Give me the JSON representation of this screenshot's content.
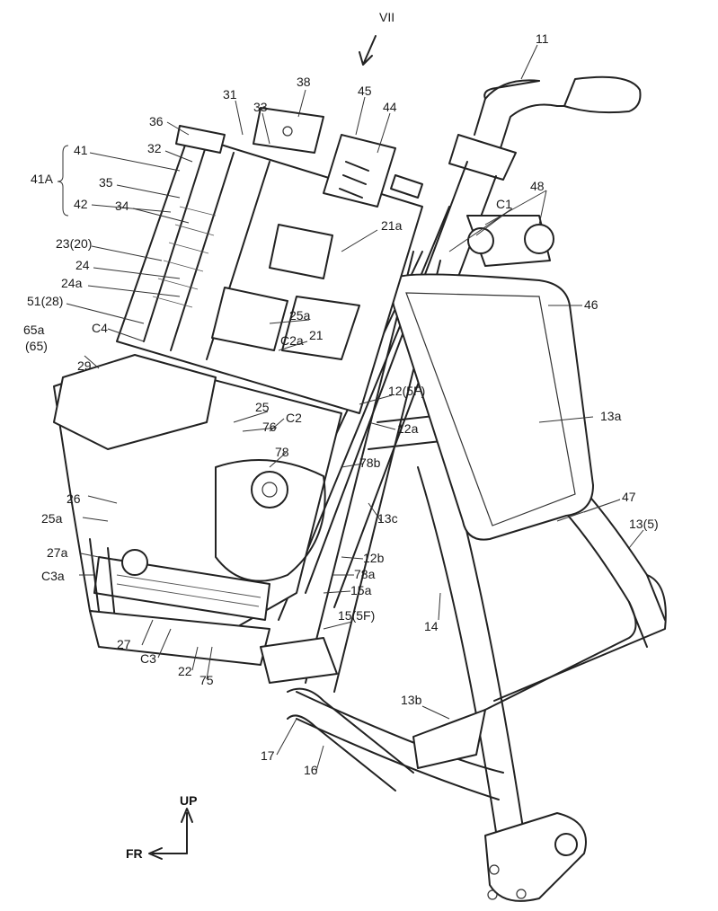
{
  "view_marker": "VII",
  "labels": {
    "l11": "11",
    "l38": "38",
    "l31": "31",
    "l33": "33",
    "l45": "45",
    "l44": "44",
    "l36": "36",
    "l41": "41",
    "l32": "32",
    "l41A": "41A",
    "l35": "35",
    "l42": "42",
    "l34": "34",
    "l2320": "23(20)",
    "l24": "24",
    "l24a": "24a",
    "l5128": "51(28)",
    "lC4": "C4",
    "l65a": "65a",
    "l65": "(65)",
    "l29": "29",
    "l21a": "21a",
    "lC1": "C1",
    "l48": "48",
    "l46": "46",
    "l25a_top": "25a",
    "lC2a": "C2a",
    "l21": "21",
    "l125F": "12(5F)",
    "l12a": "12a",
    "l13a": "13a",
    "l25": "25",
    "l76": "76",
    "lC2": "C2",
    "l78": "78",
    "l78b": "78b",
    "l26": "26",
    "l25a_low": "25a",
    "l13c": "13c",
    "l47": "47",
    "l135": "13(5)",
    "l27a": "27a",
    "lC3a": "C3a",
    "l12b": "12b",
    "l78a": "78a",
    "l15a": "15a",
    "l155F": "15(5F)",
    "l14": "14",
    "l27": "27",
    "lC3": "C3",
    "l22": "22",
    "l75": "75",
    "l13b": "13b",
    "l17": "17",
    "l16": "16"
  },
  "orientation": {
    "up": "UP",
    "front": "FR"
  }
}
